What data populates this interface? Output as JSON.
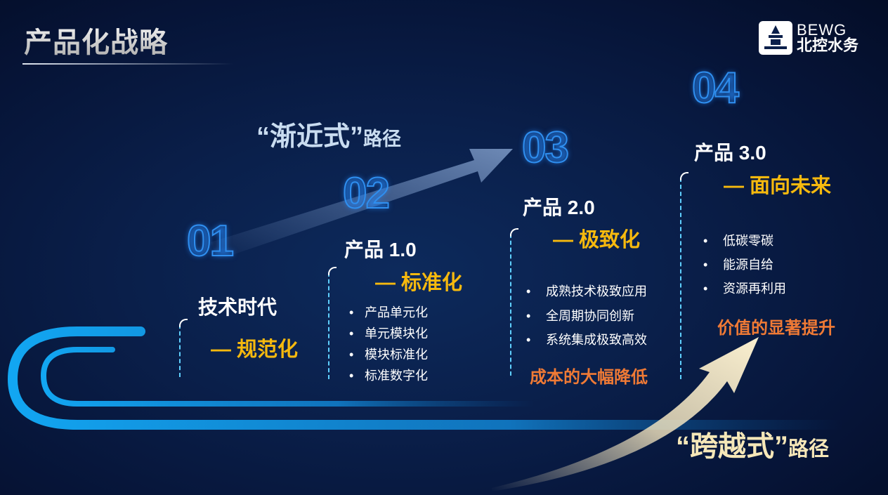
{
  "title": "产品化战略",
  "logo": {
    "en": "BEWG",
    "cn": "北控水务"
  },
  "gradual_path": {
    "quoted": "“渐近式”",
    "suffix": "路径"
  },
  "leap_path": {
    "quoted": "“跨越式”",
    "suffix": "路径"
  },
  "stages": [
    {
      "number": "01",
      "heading": "技术时代",
      "tagline": "— 规范化",
      "bullets": [],
      "result": ""
    },
    {
      "number": "02",
      "heading": "产品 1.0",
      "tagline": "— 标准化",
      "bullets": [
        "产品单元化",
        "单元模块化",
        "模块标准化",
        "标准数字化"
      ],
      "result": ""
    },
    {
      "number": "03",
      "heading": "产品 2.0",
      "tagline": "— 极致化",
      "bullets": [
        "成熟技术极致应用",
        "全周期协同创新",
        "系统集成极致高效"
      ],
      "result": "成本的大幅降低"
    },
    {
      "number": "04",
      "heading": "产品 3.0",
      "tagline": "— 面向未来",
      "bullets": [
        "低碳零碳",
        "能源自给",
        "资源再利用"
      ],
      "result": "价值的显著提升"
    }
  ],
  "bullet_symbol": "•",
  "colors": {
    "accent_yellow": "#f6b90e",
    "accent_orange": "#f07a35",
    "number_blue": "#2f8ff0",
    "arc_blue": "#12a0ef"
  }
}
